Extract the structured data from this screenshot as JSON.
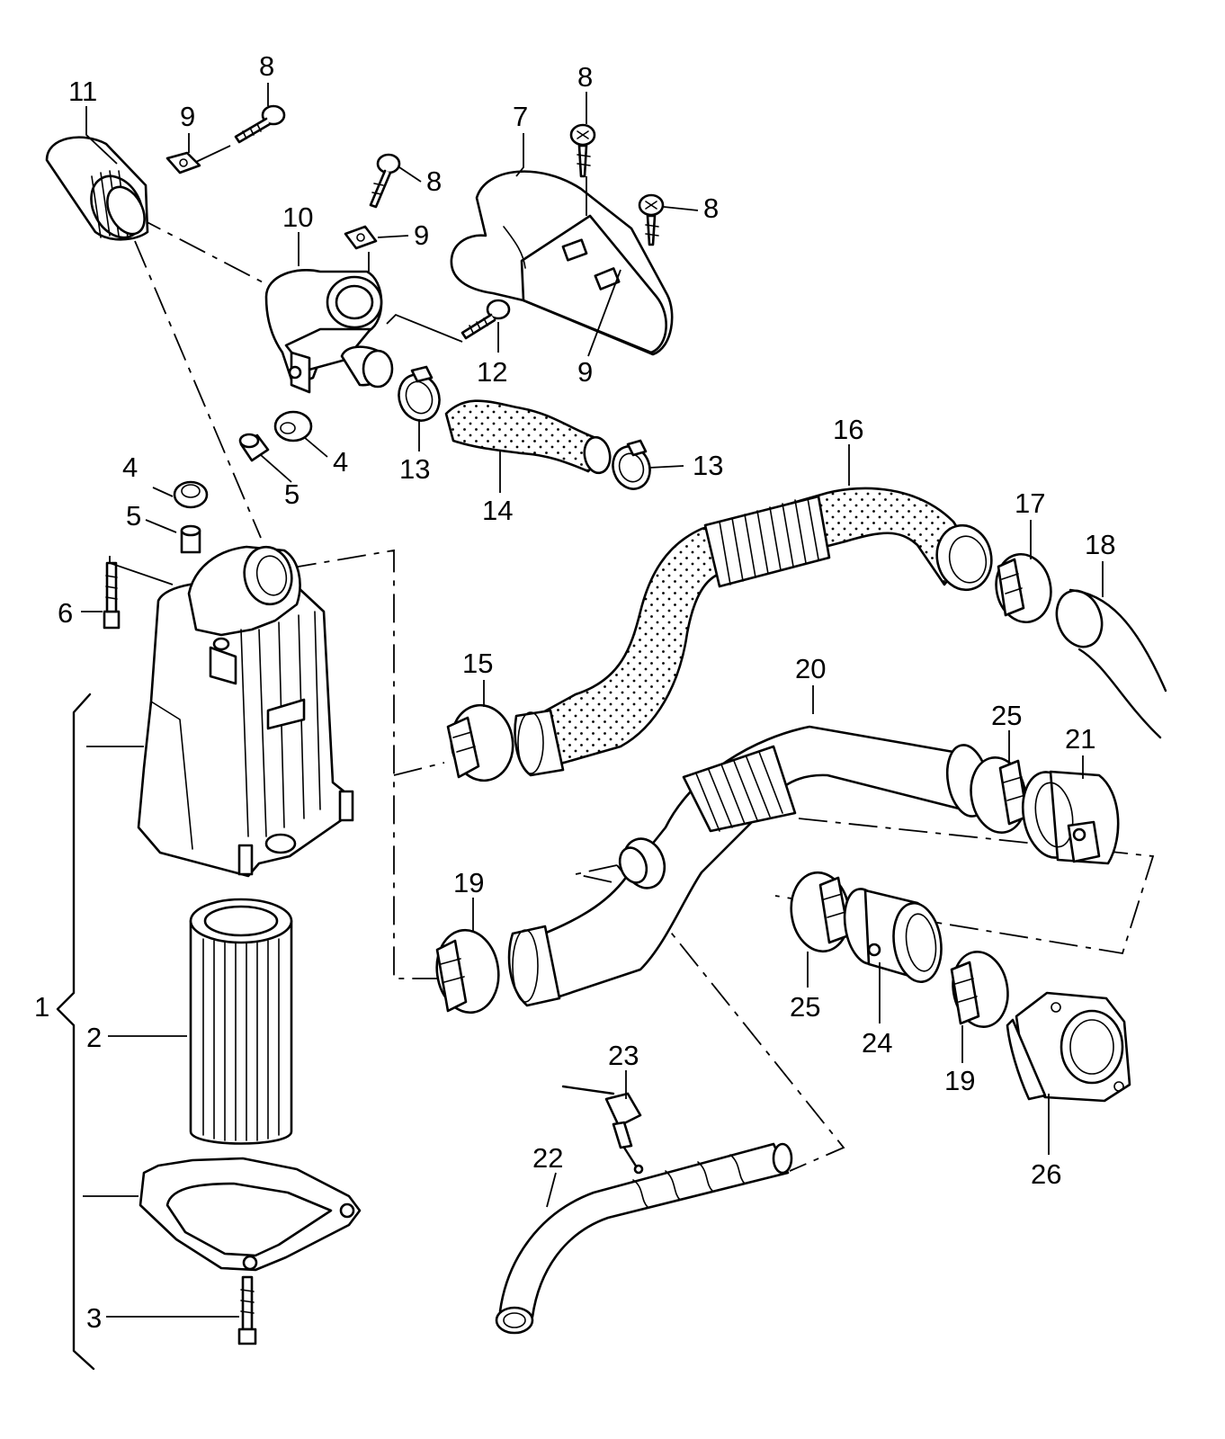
{
  "callouts": [
    {
      "id": "c1",
      "text": "1"
    },
    {
      "id": "c2",
      "text": "2"
    },
    {
      "id": "c3",
      "text": "3"
    },
    {
      "id": "c4a",
      "text": "4"
    },
    {
      "id": "c4b",
      "text": "4"
    },
    {
      "id": "c5a",
      "text": "5"
    },
    {
      "id": "c5b",
      "text": "5"
    },
    {
      "id": "c6",
      "text": "6"
    },
    {
      "id": "c7",
      "text": "7"
    },
    {
      "id": "c8a",
      "text": "8"
    },
    {
      "id": "c8b",
      "text": "8"
    },
    {
      "id": "c8c",
      "text": "8"
    },
    {
      "id": "c8d",
      "text": "8"
    },
    {
      "id": "c9a",
      "text": "9"
    },
    {
      "id": "c9b",
      "text": "9"
    },
    {
      "id": "c9c",
      "text": "9"
    },
    {
      "id": "c10",
      "text": "10"
    },
    {
      "id": "c11",
      "text": "11"
    },
    {
      "id": "c12",
      "text": "12"
    },
    {
      "id": "c13a",
      "text": "13"
    },
    {
      "id": "c13b",
      "text": "13"
    },
    {
      "id": "c14",
      "text": "14"
    },
    {
      "id": "c15",
      "text": "15"
    },
    {
      "id": "c16",
      "text": "16"
    },
    {
      "id": "c17",
      "text": "17"
    },
    {
      "id": "c18",
      "text": "18"
    },
    {
      "id": "c19a",
      "text": "19"
    },
    {
      "id": "c19b",
      "text": "19"
    },
    {
      "id": "c20",
      "text": "20"
    },
    {
      "id": "c21",
      "text": "21"
    },
    {
      "id": "c22",
      "text": "22"
    },
    {
      "id": "c23",
      "text": "23"
    },
    {
      "id": "c24",
      "text": "24"
    },
    {
      "id": "c25a",
      "text": "25"
    },
    {
      "id": "c25b",
      "text": "25"
    },
    {
      "id": "c26",
      "text": "26"
    }
  ]
}
